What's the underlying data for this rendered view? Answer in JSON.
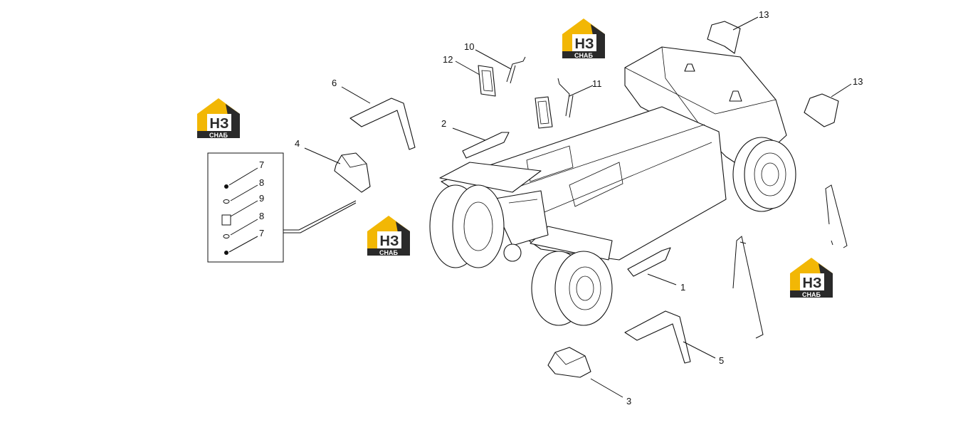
{
  "logos": [
    {
      "mark": "НЗ",
      "caption": "СНАБ"
    },
    {
      "mark": "НЗ",
      "caption": "СНАБ"
    },
    {
      "mark": "НЗ",
      "caption": "СНАБ"
    },
    {
      "mark": "НЗ",
      "caption": "СНАБ"
    }
  ],
  "colors": {
    "logo_yellow": "#f2b705",
    "logo_dark": "#2a2a2a",
    "line": "#111111"
  },
  "callouts": [
    {
      "id": "c1",
      "text": "1"
    },
    {
      "id": "c2",
      "text": "2"
    },
    {
      "id": "c3",
      "text": "3"
    },
    {
      "id": "c4",
      "text": "4"
    },
    {
      "id": "c5",
      "text": "5"
    },
    {
      "id": "c6",
      "text": "6"
    },
    {
      "id": "c10",
      "text": "10"
    },
    {
      "id": "c11",
      "text": "11"
    },
    {
      "id": "c12",
      "text": "12"
    },
    {
      "id": "c13a",
      "text": "13"
    },
    {
      "id": "c13b",
      "text": "13"
    },
    {
      "id": "k7a",
      "text": "7"
    },
    {
      "id": "k8a",
      "text": "8"
    },
    {
      "id": "k9",
      "text": "9"
    },
    {
      "id": "k8b",
      "text": "8"
    },
    {
      "id": "k7b",
      "text": "7"
    }
  ]
}
